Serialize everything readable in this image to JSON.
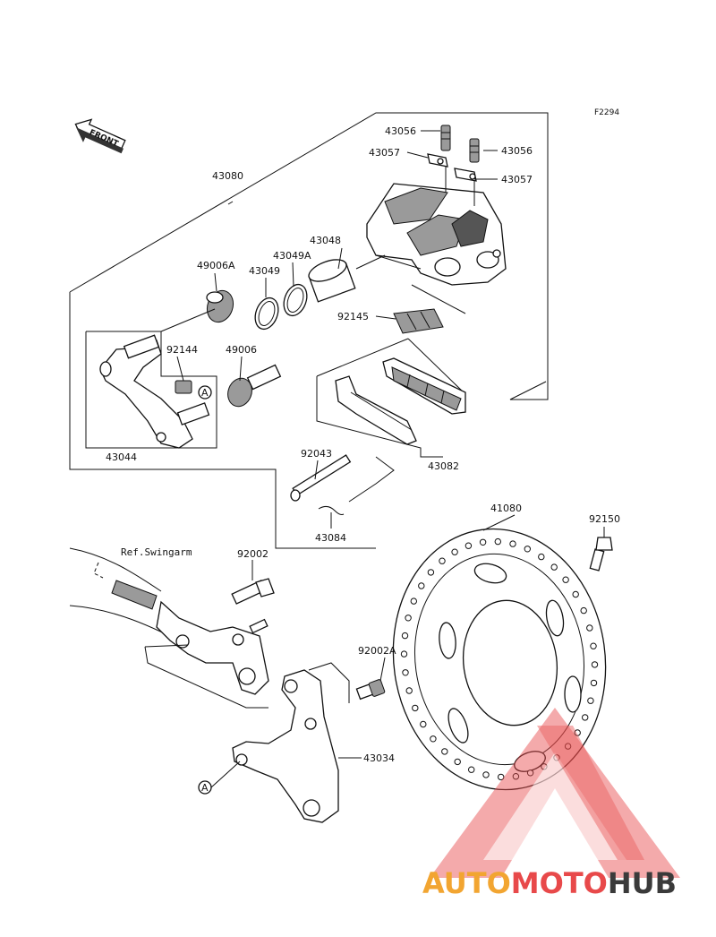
{
  "figure_code": "F2294",
  "front_label": "FRONT",
  "ref_label": "Ref.Swingarm",
  "callout_a": "A",
  "parts": {
    "p43056a": "43056",
    "p43056b": "43056",
    "p43057a": "43057",
    "p43057b": "43057",
    "p43080": "43080",
    "p43048": "43048",
    "p49006A": "49006A",
    "p43049A": "43049A",
    "p43049": "43049",
    "p92145": "92145",
    "p92144": "92144",
    "p49006": "49006",
    "p43044": "43044",
    "p43082": "43082",
    "p92043": "92043",
    "p43084": "43084",
    "p41080": "41080",
    "p92150": "92150",
    "p92002": "92002",
    "p92002A": "92002A",
    "p43034": "43034"
  },
  "watermark": {
    "part1": "AUTO",
    "part2": "MOTO",
    "part3": "HUB",
    "color1": "#f2a531",
    "color2": "#e8494a",
    "color3": "#3a3a3a"
  }
}
